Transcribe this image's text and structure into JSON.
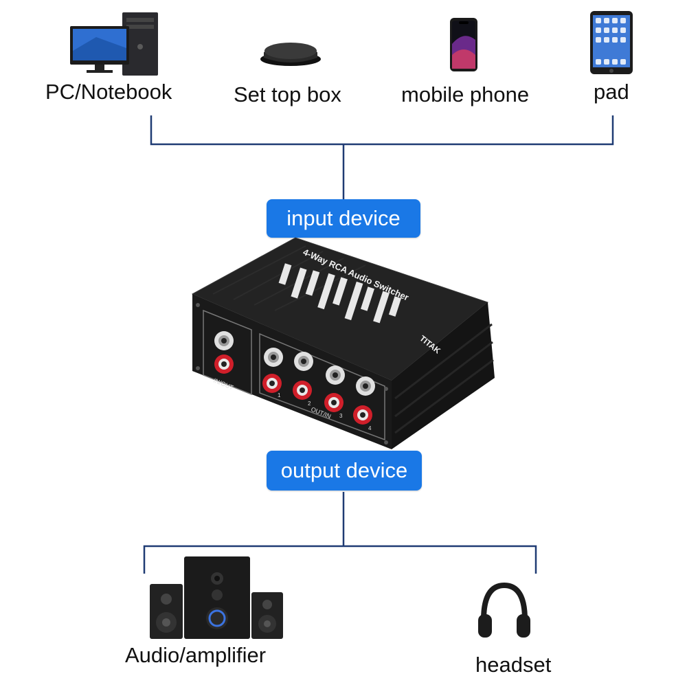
{
  "sources": {
    "pc_label": "PC/Notebook",
    "settop_label": "Set top box",
    "phone_label": "mobile phone",
    "pad_label": "pad"
  },
  "input_badge": "input device",
  "output_badge": "output device",
  "device": {
    "product_line": "4-Way RCA Audio Switcher",
    "brand": "TITAK",
    "port_label_inout": "IN/OUT",
    "port_label_outin": "OUT/IN",
    "port_numbers": [
      "1",
      "2",
      "3",
      "4"
    ]
  },
  "outputs": {
    "amp_label": "Audio/amplifier",
    "headset_label": "headset"
  },
  "colors": {
    "badge_blue": "#1a78e6",
    "line_navy": "#1f3b73",
    "device_black": "#1c1c1c",
    "rca_red": "#d01f2a",
    "rca_white": "#eeeeee"
  }
}
